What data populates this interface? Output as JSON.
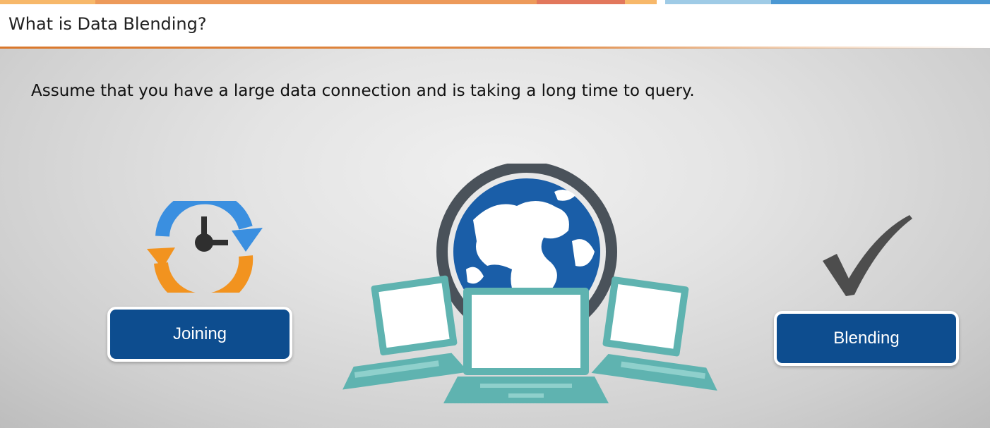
{
  "header": {
    "title": "What is Data Blending?"
  },
  "body": {
    "text": "Assume that you have a large data connection and is taking a long time to query."
  },
  "buttons": {
    "joining": "Joining",
    "blending": "Blending"
  },
  "icons": {
    "sync_clock": "clock-refresh-icon",
    "globe_network": "globe-network-icon",
    "check": "checkmark-icon"
  },
  "colors": {
    "button_bg": "#0d4d8f",
    "accent_orange": "#d9772b",
    "teal": "#5fb3b0",
    "globe_blue": "#1a5ea8",
    "arrow_blue": "#3a8fe0",
    "arrow_orange": "#f2931f"
  }
}
